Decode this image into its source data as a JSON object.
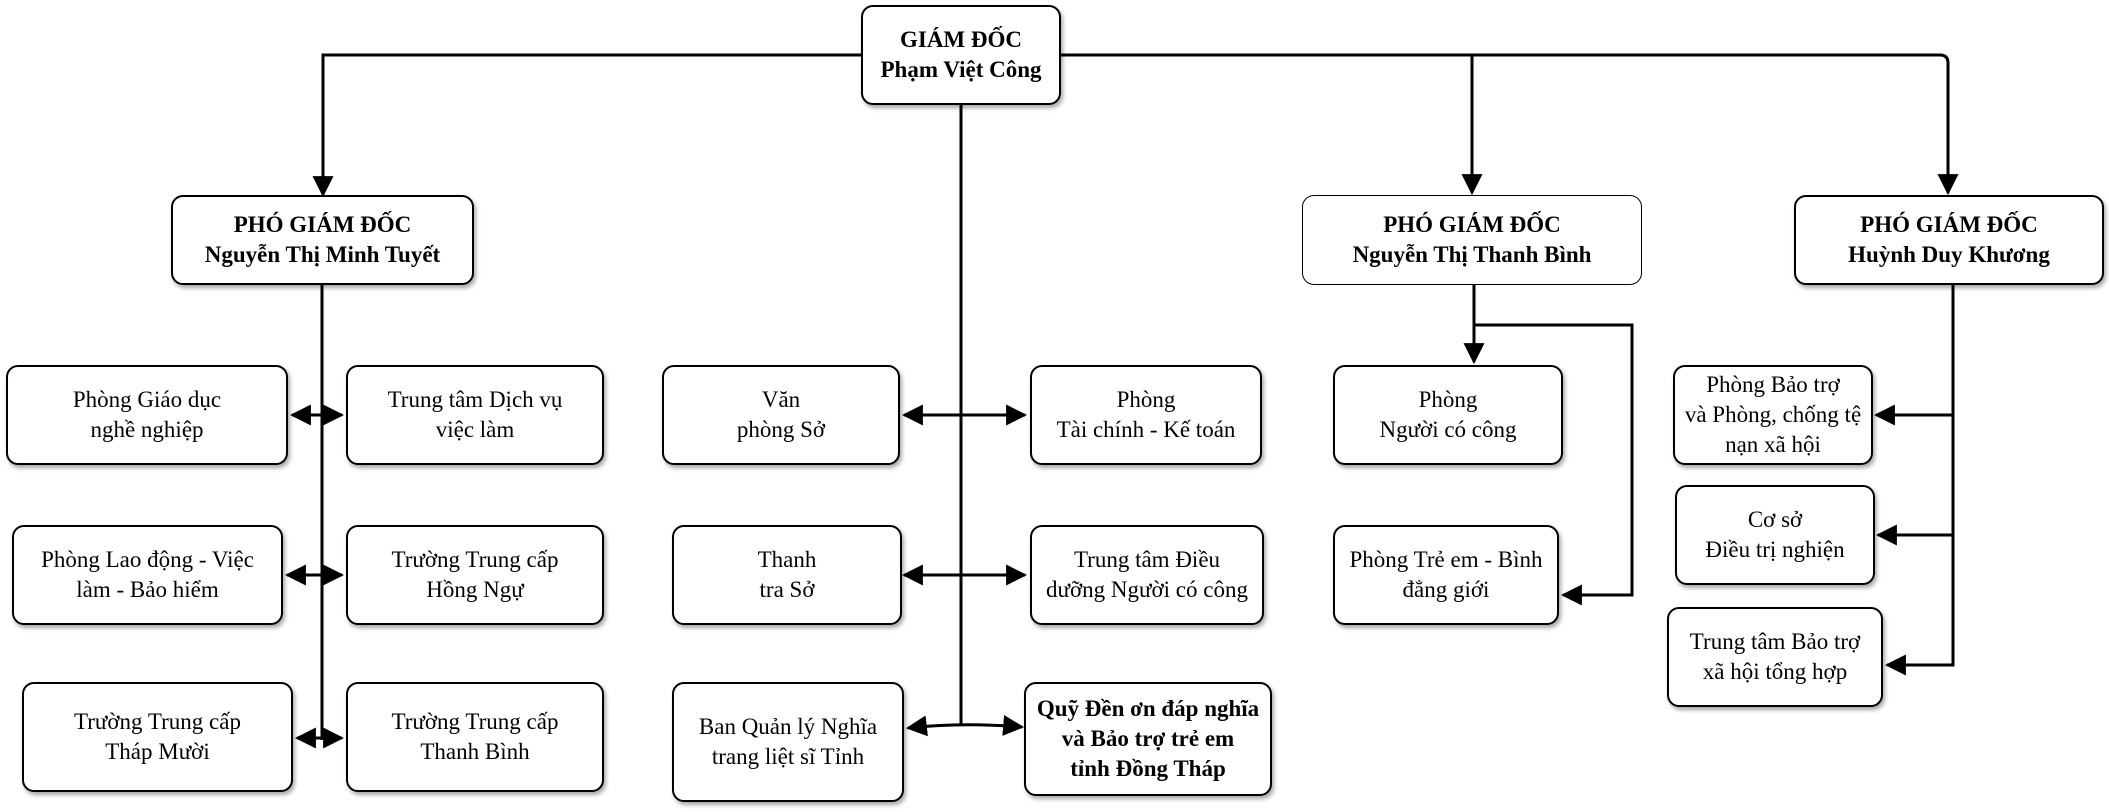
{
  "director": {
    "title": "GIÁM ĐỐC",
    "name": "Phạm Việt Công"
  },
  "deputies": [
    {
      "title": "PHÓ GIÁM ĐỐC",
      "name": "Nguyễn Thị Minh Tuyết"
    },
    {
      "title": "PHÓ GIÁM ĐỐC",
      "name": "Nguyễn Thị Thanh Bình"
    },
    {
      "title": "PHÓ GIÁM ĐỐC",
      "name": "Huỳnh Duy Khương"
    }
  ],
  "units": {
    "phong_giao_duc": [
      "Phòng Giáo dục",
      "nghề nghiệp"
    ],
    "trung_tam_dich_vu": [
      "Trung tâm Dịch vụ",
      "việc làm"
    ],
    "phong_lao_dong": [
      "Phòng Lao động - Việc",
      "làm - Bảo hiểm"
    ],
    "truong_hong_ngu": [
      "Trường Trung cấp",
      "Hồng Ngự"
    ],
    "truong_thap_muoi": [
      "Trường Trung cấp",
      "Tháp Mười"
    ],
    "truong_thanh_binh": [
      "Trường Trung cấp",
      "Thanh Bình"
    ],
    "van_phong": [
      "Văn",
      "phòng Sở"
    ],
    "phong_tai_chinh": [
      "Phòng",
      "Tài chính - Kế toán"
    ],
    "thanh_tra": [
      "Thanh",
      "tra Sở"
    ],
    "trung_tam_dieu_duong": [
      "Trung tâm Điều",
      "dưỡng Người có công"
    ],
    "ban_quan_ly": [
      "Ban Quản lý Nghĩa",
      "trang liệt sĩ Tỉnh"
    ],
    "quy_den_on": [
      "Quỹ Đền ơn đáp nghĩa",
      "và Bảo trợ trẻ em",
      "tỉnh Đồng Tháp"
    ],
    "phong_nguoi_co_cong": [
      "Phòng",
      "Người có công"
    ],
    "phong_tre_em": [
      "Phòng Trẻ em - Bình",
      "đẳng giới"
    ],
    "phong_bao_tro": [
      "Phòng Bảo trợ",
      "và Phòng, chống tệ",
      "nạn xã hội"
    ],
    "co_so_dieu_tri": [
      "Cơ sở",
      "Điều trị nghiện"
    ],
    "trung_tam_bao_tro": [
      "Trung tâm Bảo trợ",
      "xã hội tổng hợp"
    ]
  }
}
